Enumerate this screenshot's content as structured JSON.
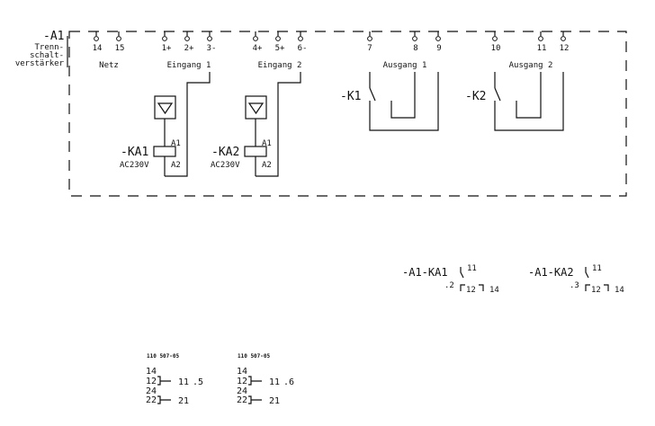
{
  "device": {
    "tag": "-A1",
    "description_lines": [
      "Trenn-",
      "schalt-",
      "verstärker"
    ]
  },
  "terminals": [
    {
      "num": "14"
    },
    {
      "num": "15"
    },
    {
      "num": "1+"
    },
    {
      "num": "2+"
    },
    {
      "num": "3-"
    },
    {
      "num": "4+"
    },
    {
      "num": "5+"
    },
    {
      "num": "6-"
    },
    {
      "num": "7"
    },
    {
      "num": "8"
    },
    {
      "num": "9"
    },
    {
      "num": "10"
    },
    {
      "num": "11"
    },
    {
      "num": "12"
    }
  ],
  "groups": {
    "power": "Netz",
    "input1": "Eingang 1",
    "input2": "Eingang 2",
    "output1": "Ausgang 1",
    "output2": "Ausgang 2"
  },
  "coils": [
    {
      "tag": "-KA1",
      "voltage": "AC230V",
      "a1": "A1",
      "a2": "A2"
    },
    {
      "tag": "-KA2",
      "voltage": "AC230V",
      "a1": "A1",
      "a2": "A2"
    }
  ],
  "relay_contacts": [
    {
      "tag": "-K1"
    },
    {
      "tag": "-K2"
    }
  ],
  "cross_references": [
    {
      "tag": "-A1-KA1",
      "ref": ".2",
      "common": "11",
      "nc": "12",
      "no": "14"
    },
    {
      "tag": "-A1-KA2",
      "ref": ".3",
      "common": "11",
      "nc": "12",
      "no": "14"
    }
  ],
  "contact_tables": [
    {
      "part_no": "110 507-05",
      "rows": [
        "14",
        "12",
        "24",
        "22"
      ],
      "pins": [
        "11",
        "21"
      ],
      "ref": ".5"
    },
    {
      "part_no": "110 507-05",
      "rows": [
        "14",
        "12",
        "24",
        "22"
      ],
      "pins": [
        "11",
        "21"
      ],
      "ref": ".6"
    }
  ]
}
